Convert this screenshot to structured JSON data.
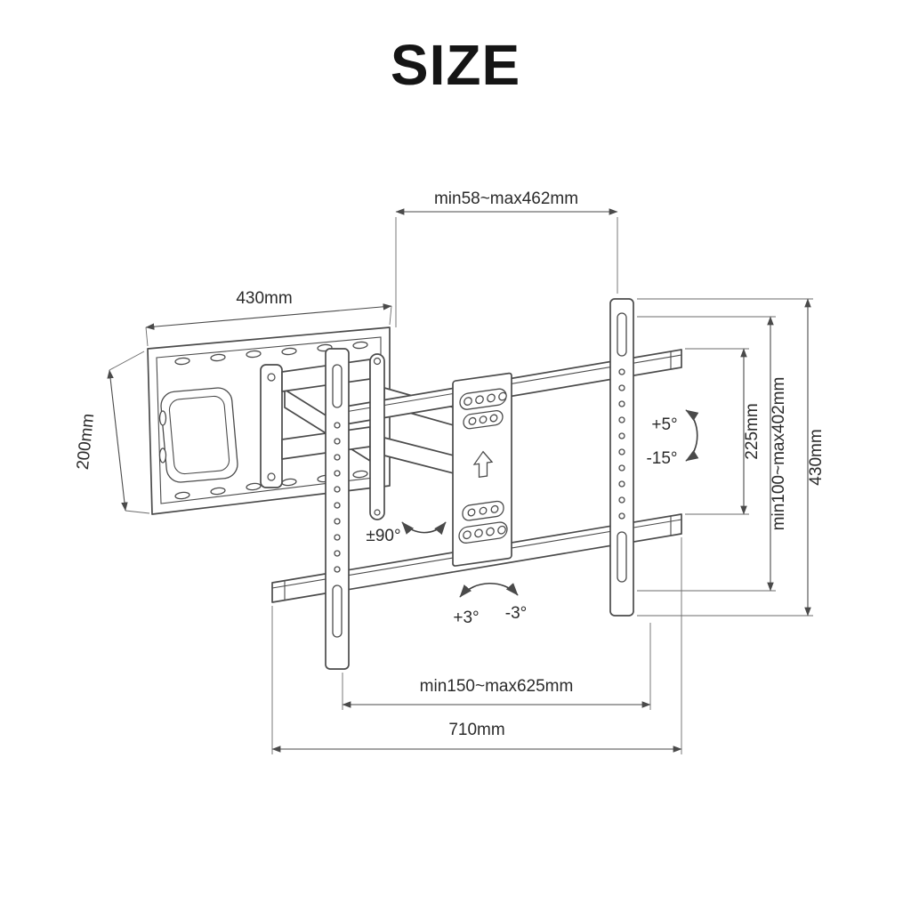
{
  "page": {
    "title": "SIZE"
  },
  "labels": {
    "plate_width": "430mm",
    "plate_height": "200mm",
    "extension": "min58~max462mm",
    "vesa_v_range": "min100~max402mm",
    "rail_height": "430mm",
    "rail_gap": "225mm",
    "tilt_up": "+5°",
    "tilt_down": "-15°",
    "swivel": "±90°",
    "roll_plus": "+3°",
    "roll_minus": "-3°",
    "vesa_h_range": "min150~max625mm",
    "total_width": "710mm"
  },
  "colors": {
    "line": "#4b4b4b",
    "text": "#2b2b2b",
    "background": "#ffffff"
  }
}
